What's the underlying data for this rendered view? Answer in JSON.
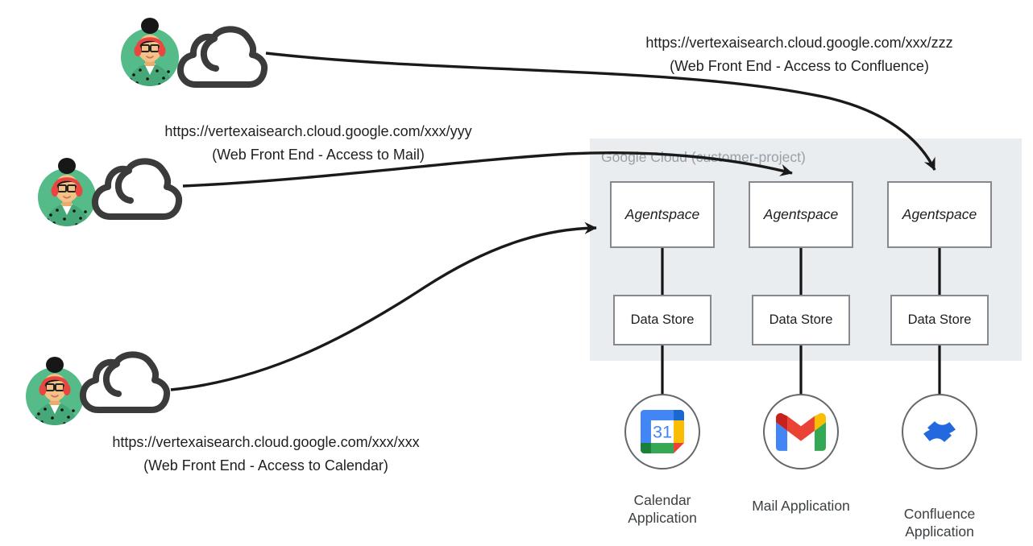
{
  "routes": [
    {
      "url": "https://vertexaisearch.cloud.google.com/xxx/zzz",
      "caption": "(Web Front End - Access to Confluence)"
    },
    {
      "url": "https://vertexaisearch.cloud.google.com/xxx/yyy",
      "caption": "(Web Front End - Access to Mail)"
    },
    {
      "url": "https://vertexaisearch.cloud.google.com/xxx/xxx",
      "caption": "(Web Front End - Access to Calendar)"
    }
  ],
  "gcp": {
    "label": "Google Cloud (customer-project)"
  },
  "pipelines": [
    {
      "engine": "Agentspace",
      "store": "Data Store",
      "app_label": "Calendar Application",
      "icon": "google-calendar"
    },
    {
      "engine": "Agentspace",
      "store": "Data Store",
      "app_label": "Mail Application",
      "icon": "gmail"
    },
    {
      "engine": "Agentspace",
      "store": "Data Store",
      "app_label": "Confluence Application",
      "icon": "confluence"
    }
  ],
  "calendar_icon": {
    "day": "31"
  },
  "colors": {
    "container_fill": "#E9EDEF",
    "box_border": "#85898D",
    "arrow": "#1A1A1A",
    "muted_label": "#9AA0A6",
    "avatar_bg": "#55BB89",
    "headphones_red": "#E8463F",
    "cloud_outline": "#3B3B3B",
    "calendar_blue": "#4285F4",
    "calendar_dark_blue": "#1967D2",
    "calendar_yellow": "#FBBC04",
    "calendar_green": "#34A853",
    "calendar_dark_green": "#188038",
    "calendar_red": "#EA4335",
    "gmail_blue": "#4285F4",
    "gmail_green": "#34A853",
    "gmail_yellow": "#FBBC04",
    "gmail_red": "#EA4335",
    "gmail_dark_red": "#C5221F",
    "confluence_blue": "#2368DE"
  }
}
